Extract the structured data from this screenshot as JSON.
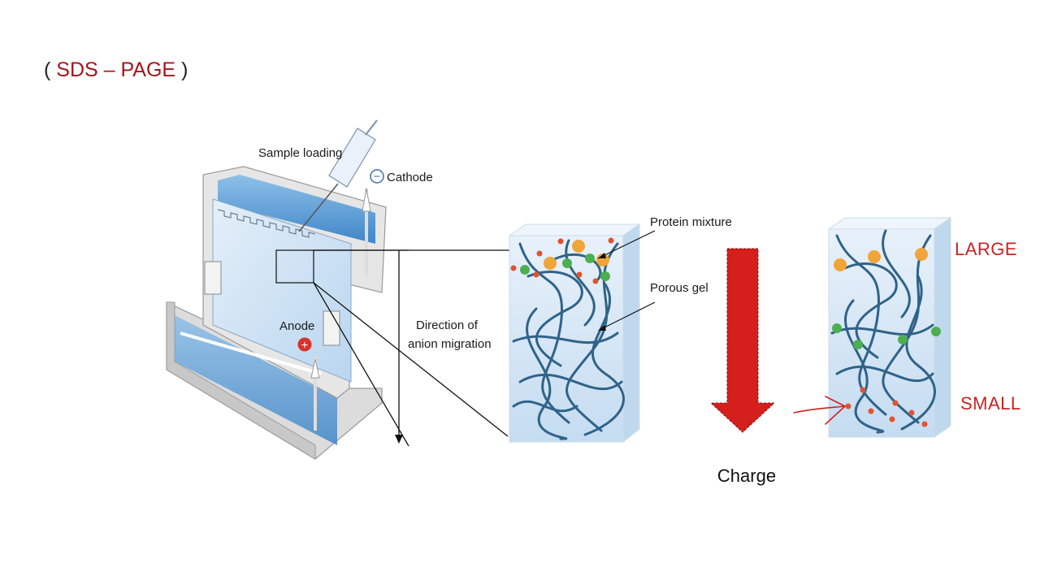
{
  "slide": {
    "title_open": "(",
    "title_text": "SDS – PAGE",
    "title_close": ")"
  },
  "apparatus": {
    "sample_loading": "Sample loading",
    "cathode": "Cathode",
    "anode": "Anode",
    "direction_line1": "Direction of",
    "direction_line2": "anion migration",
    "cathode_symbol": "−",
    "anode_symbol": "+"
  },
  "gel_block": {
    "protein_mixture": "Protein mixture",
    "porous_gel": "Porous gel"
  },
  "arrow": {
    "label": "Charge"
  },
  "separated_block": {
    "large_label": "LARGE",
    "small_label": "SMALL"
  },
  "colors": {
    "accent_red": "#c8231f",
    "title_red": "#a3161b",
    "gel_blue": "#cfe3f5",
    "fiber_blue": "#2f6389",
    "large_protein": "#f0a53a",
    "medium_protein": "#4caf50",
    "small_protein": "#e2522f"
  }
}
